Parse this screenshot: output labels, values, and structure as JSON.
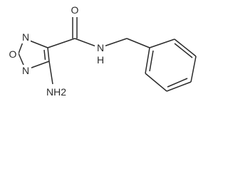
{
  "molecule": {
    "atoms": {
      "oxygen_carbonyl": "O",
      "nitrogen_amide": "N",
      "hydrogen_amide": "H",
      "nitrogen_ring_upper": "N",
      "oxygen_ring": "O",
      "nitrogen_ring_lower": "N",
      "amino_group": "NH2"
    },
    "colors": {
      "bond": "#2b2b2b",
      "background": "#ffffff"
    }
  }
}
